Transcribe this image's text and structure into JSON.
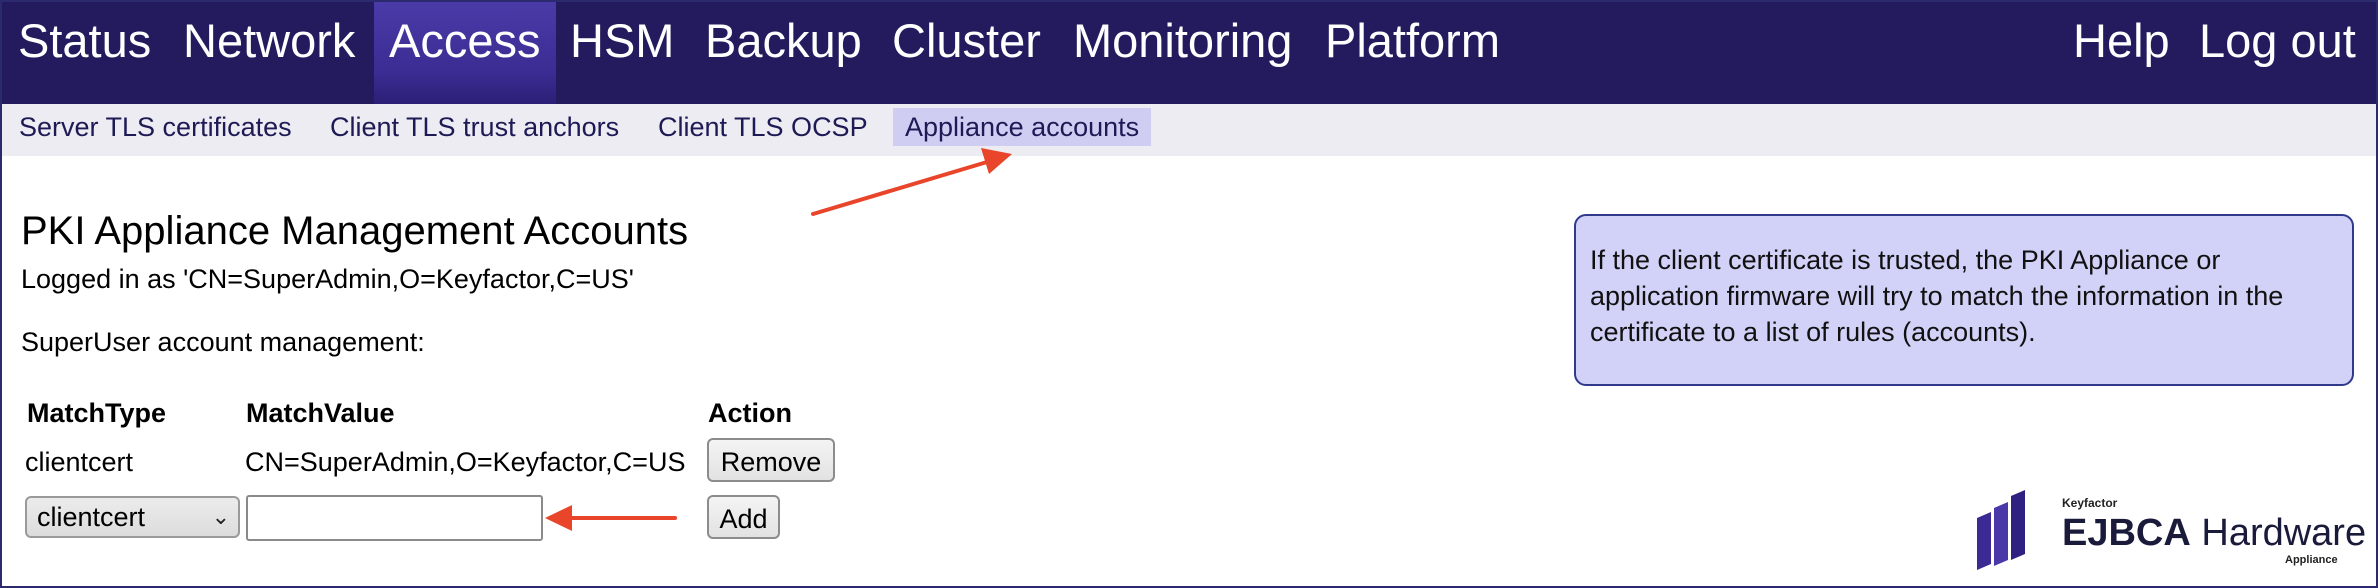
{
  "top_nav": {
    "items": [
      {
        "label": "Status"
      },
      {
        "label": "Network"
      },
      {
        "label": "Access",
        "active": true
      },
      {
        "label": "HSM"
      },
      {
        "label": "Backup"
      },
      {
        "label": "Cluster"
      },
      {
        "label": "Monitoring"
      },
      {
        "label": "Platform"
      }
    ],
    "right": [
      {
        "label": "Help"
      },
      {
        "label": "Log out"
      }
    ]
  },
  "sub_nav": {
    "items": [
      {
        "label": "Server TLS certificates"
      },
      {
        "label": "Client TLS trust anchors"
      },
      {
        "label": "Client TLS OCSP"
      },
      {
        "label": "Appliance accounts",
        "active": true
      }
    ]
  },
  "main": {
    "title": "PKI Appliance Management Accounts",
    "logged_in": "Logged in as 'CN=SuperAdmin,O=Keyfactor,C=US'",
    "superuser_label": "SuperUser account management:",
    "table": {
      "headers": [
        "MatchType",
        "MatchValue",
        "Action"
      ],
      "rows": [
        {
          "match_type": "clientcert",
          "match_value": "CN=SuperAdmin,O=Keyfactor,C=US",
          "action": "Remove"
        }
      ],
      "new_row": {
        "match_type_selected": "clientcert",
        "match_value": "",
        "action": "Add"
      }
    }
  },
  "info_box": {
    "text": "If the client certificate is trusted, the PKI Appliance or application firmware will try to match the information in the certificate to a list of rules (accounts)."
  },
  "logo": {
    "small": "Keyfactor",
    "main_bold": "EJBCA",
    "main_regular": " Hardware",
    "sub": "Appliance"
  },
  "colors": {
    "nav_bg": "#241a5e",
    "nav_active": "#3a2c92",
    "subnav_bg": "#ececf2",
    "subnav_active": "#cfcdf2",
    "info_bg": "#d2d1f7",
    "annotation_arrow": "#e8452a",
    "logo_purple": "#3b2a94"
  },
  "icons": {
    "select_chevron": "chevron-down-icon"
  }
}
